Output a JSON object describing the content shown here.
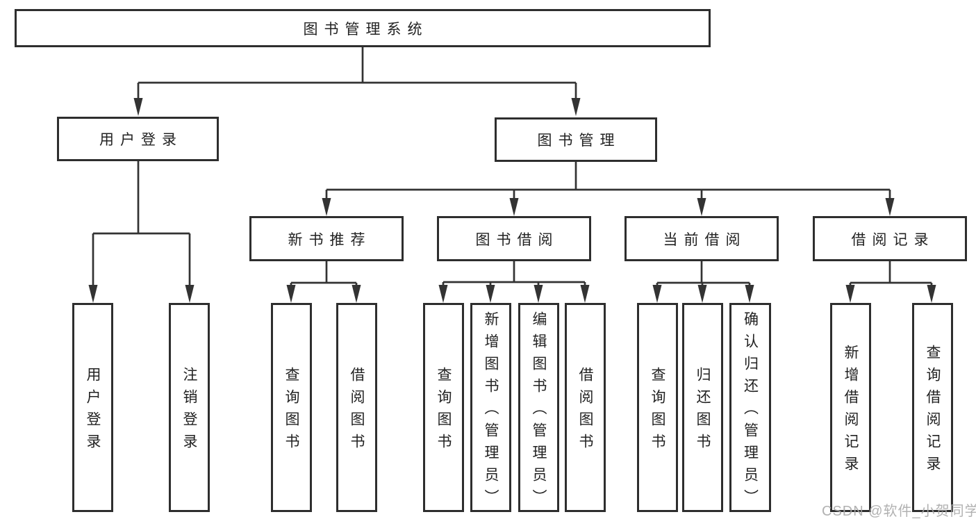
{
  "diagram": {
    "type": "hierarchy-tree",
    "colors": {
      "background": "#ffffff",
      "line": "#333333",
      "box_border": "#2e2e2e",
      "text": "#222222",
      "watermark": "#a8a8a8"
    },
    "root": {
      "label": "图书管理系统"
    },
    "level2": [
      {
        "label": "用户登录"
      },
      {
        "label": "图书管理"
      }
    ],
    "level3": [
      {
        "label": "新书推荐"
      },
      {
        "label": "图书借阅"
      },
      {
        "label": "当前借阅"
      },
      {
        "label": "借阅记录"
      }
    ],
    "groups": [
      {
        "parent": "用户登录",
        "children": [
          "用户登录",
          "注销登录"
        ]
      },
      {
        "parent": "新书推荐",
        "children": [
          "查询图书",
          "借阅图书"
        ]
      },
      {
        "parent": "图书借阅",
        "children": [
          "查询图书",
          "新增图书（管理员）",
          "编辑图书（管理员）",
          "借阅图书"
        ]
      },
      {
        "parent": "当前借阅",
        "children": [
          "查询图书",
          "归还图书",
          "确认归还（管理员）"
        ]
      },
      {
        "parent": "借阅记录",
        "children": [
          "新增借阅记录",
          "查询借阅记录"
        ]
      }
    ],
    "watermark": {
      "label": "CSDN @软件_小贺同学"
    }
  }
}
